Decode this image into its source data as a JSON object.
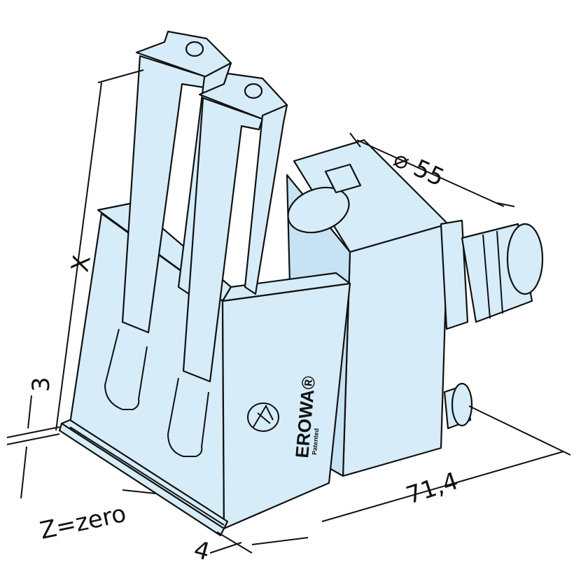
{
  "drawing": {
    "fill_color": "#d6ecf9",
    "line_color": "#111111",
    "dimensions": {
      "height": "X",
      "groove": "3",
      "zero_ref": "Z=zero",
      "offset": "4",
      "length": "71,4",
      "diameter": "⌀ 55"
    },
    "logo": {
      "brand": "EROWA®",
      "note": "Patented"
    }
  }
}
